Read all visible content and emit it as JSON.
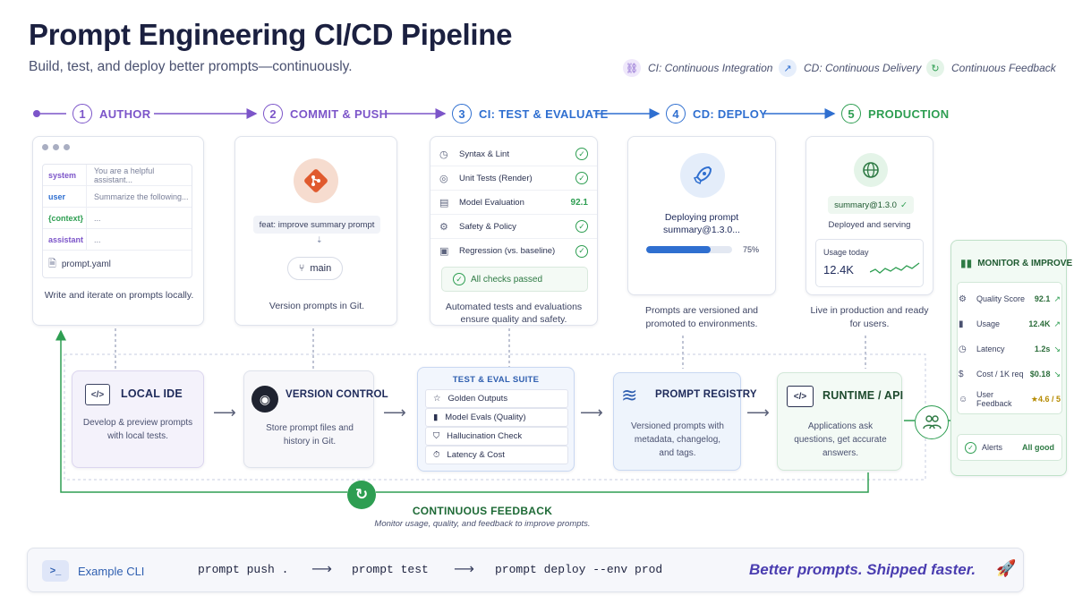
{
  "header": {
    "title": "Prompt Engineering CI/CD Pipeline",
    "subtitle": "Build, test, and deploy better prompts—continuously."
  },
  "legend": [
    {
      "label": "CI: Continuous Integration",
      "icon": "ci-icon",
      "color": "#7c55c9"
    },
    {
      "label": "CD: Continuous Delivery",
      "icon": "cd-icon",
      "color": "#2f6fd0"
    },
    {
      "label": "Continuous Feedback",
      "icon": "feedback-icon",
      "color": "#2e9e52"
    }
  ],
  "stages": [
    {
      "num": "1",
      "label": "AUTHOR",
      "color": "#7c55c9"
    },
    {
      "num": "2",
      "label": "COMMIT & PUSH",
      "color": "#7c55c9"
    },
    {
      "num": "3",
      "label": "CI: TEST & EVALUATE",
      "color": "#2f6fd0"
    },
    {
      "num": "4",
      "label": "CD: DEPLOY",
      "color": "#2f6fd0"
    },
    {
      "num": "5",
      "label": "PRODUCTION",
      "color": "#2e9e52"
    }
  ],
  "author": {
    "rows": [
      {
        "key": "system",
        "value": "You are a helpful assistant...",
        "color": "#7c55c9"
      },
      {
        "key": "user",
        "value": "Summarize the following...",
        "color": "#2f6fd0"
      },
      {
        "key": "{context}",
        "value": "...",
        "color": "#2e9e52"
      },
      {
        "key": "assistant",
        "value": "...",
        "color": "#7c55c9"
      }
    ],
    "file": "prompt.yaml",
    "caption": "Write and iterate on prompts locally."
  },
  "commit": {
    "message": "feat: improve summary prompt",
    "branch": "main",
    "caption": "Version prompts in Git."
  },
  "ci": {
    "checks": [
      {
        "icon": "clock-icon",
        "label": "Syntax & Lint",
        "result": "✓"
      },
      {
        "icon": "test-icon",
        "label": "Unit Tests (Render)",
        "result": "✓"
      },
      {
        "icon": "gauge-icon",
        "label": "Model Evaluation",
        "result": "92.1"
      },
      {
        "icon": "gear-icon",
        "label": "Safety & Policy",
        "result": "✓"
      },
      {
        "icon": "regression-icon",
        "label": "Regression (vs. baseline)",
        "result": "✓"
      }
    ],
    "passed": "All checks passed",
    "caption": "Automated tests and evaluations ensure quality and safety."
  },
  "deploy": {
    "status": "Deploying prompt",
    "version": "summary@1.3.0...",
    "progress": 0.75,
    "progress_label": "75%",
    "caption": "Prompts are versioned and promoted to environments."
  },
  "production": {
    "version": "summary@1.3.0",
    "status": "Deployed and serving",
    "usage_label": "Usage today",
    "usage_value": "12.4K",
    "caption": "Live in production and ready for users."
  },
  "components": {
    "ide": {
      "title": "LOCAL IDE",
      "desc": "Develop & preview prompts with local tests."
    },
    "vc": {
      "title": "VERSION CONTROL",
      "desc": "Store prompt files and history in Git."
    },
    "suite": {
      "title": "TEST & EVAL SUITE",
      "items": [
        "Golden Outputs",
        "Model Evals (Quality)",
        "Hallucination Check",
        "Latency & Cost"
      ]
    },
    "registry": {
      "title": "PROMPT REGISTRY",
      "desc": "Versioned prompts with metadata, changelog, and tags."
    },
    "runtime": {
      "title": "RUNTIME / API",
      "desc": "Applications ask questions, get accurate answers."
    }
  },
  "monitor": {
    "title": "MONITOR & IMPROVE",
    "metrics": [
      {
        "label": "Quality Score",
        "value": "92.1",
        "trend": "↗"
      },
      {
        "label": "Usage",
        "value": "12.4K",
        "trend": "↗"
      },
      {
        "label": "Latency",
        "value": "1.2s",
        "trend": "↘"
      },
      {
        "label": "Cost / 1K req",
        "value": "$0.18",
        "trend": "↘"
      },
      {
        "label": "User Feedback",
        "value": "★4.6 / 5",
        "trend": ""
      }
    ],
    "alerts_label": "Alerts",
    "alerts_value": "All good"
  },
  "feedback": {
    "title": "CONTINUOUS FEEDBACK",
    "desc": "Monitor usage, quality, and feedback to improve prompts."
  },
  "cli": {
    "label": "Example CLI",
    "cmd1": "prompt push .",
    "cmd2": "prompt test",
    "cmd3": "prompt deploy --env prod",
    "arrow": "⟶",
    "tagline": "Better prompts. Shipped faster."
  }
}
